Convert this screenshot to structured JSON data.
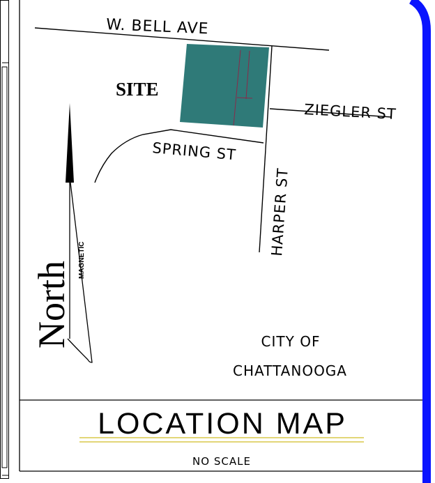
{
  "map": {
    "streets": {
      "bell": "W. BELL AVE",
      "ziegler": "ZIEGLER ST",
      "spring": "SPRING ST",
      "harper": "HARPER ST"
    },
    "site_label": "SITE",
    "north_label": "North",
    "magnetic_label": "MAGNETIC",
    "city_line1": "CITY OF",
    "city_line2": "CHATTANOOGA",
    "title": "LOCATION MAP",
    "scale_note": "NO SCALE",
    "colors": {
      "site_fill": "#2f7a78",
      "accent_border": "#0a14ff",
      "title_underline": "#d8c84a",
      "parcel_lines": "#8a2a4a",
      "ink": "#000000"
    }
  }
}
